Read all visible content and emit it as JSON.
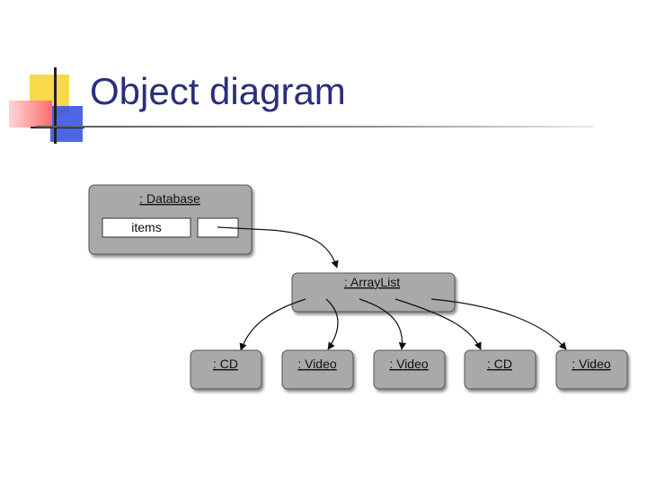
{
  "slide": {
    "title": "Object diagram"
  },
  "diagram": {
    "database_label": ": Database",
    "field_label": "items",
    "arraylist_label": ": ArrayList",
    "elements": [
      {
        "label": ": CD"
      },
      {
        "label": ": Video"
      },
      {
        "label": ": Video"
      },
      {
        "label": ": CD"
      },
      {
        "label": ": Video"
      }
    ],
    "colors": {
      "box_fill": "#a9a9a9",
      "title_text": "#2b2f7a",
      "accent_yellow": "#f7d94a",
      "accent_red": "#ff6b6b",
      "accent_blue": "#3b55e0"
    }
  }
}
